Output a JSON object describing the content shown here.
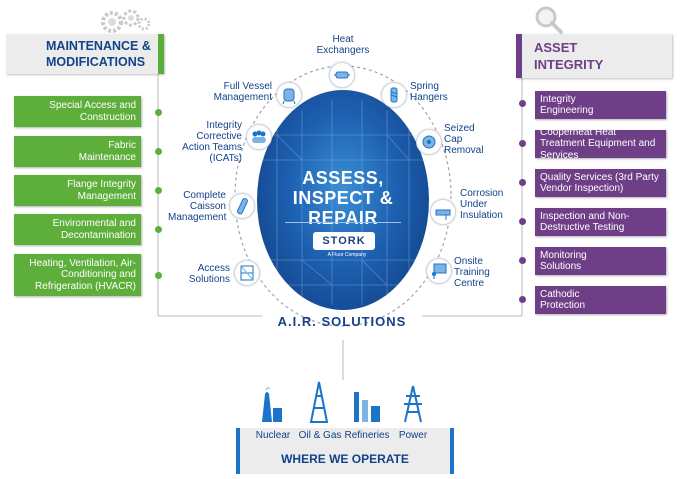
{
  "maintenance": {
    "header": "MAINTENANCE & MODIFICATIONS",
    "items": [
      {
        "label": "Special Access and Construction"
      },
      {
        "label": "Fabric Maintenance"
      },
      {
        "label": "Flange Integrity Management"
      },
      {
        "label": "Environmental and Decontamination"
      },
      {
        "label": "Heating, Ventilation, Air-Conditioning and Refrigeration (HVACR)"
      }
    ]
  },
  "asset_integrity": {
    "header": "ASSET INTEGRITY",
    "items": [
      {
        "label": "Integrity Engineering"
      },
      {
        "label": "Cooperheat Heat Treatment Equipment and Services"
      },
      {
        "label": "Quality Services (3rd Party Vendor Inspection)"
      },
      {
        "label": "Inspection and Non-Destructive Testing"
      },
      {
        "label": "Monitoring Solutions"
      },
      {
        "label": "Cathodic Protection"
      }
    ]
  },
  "services_left": [
    {
      "label": "Full Vessel Management",
      "icon": "vessel-icon"
    },
    {
      "label": "Integrity Corrective Action Teams (ICATs)",
      "icon": "team-icon"
    },
    {
      "label": "Complete Caisson Management",
      "icon": "caisson-icon"
    },
    {
      "label": "Access Solutions",
      "icon": "scaffold-icon"
    }
  ],
  "services_top": {
    "label": "Heat Exchangers",
    "icon": "heat-exchanger-icon"
  },
  "services_right": [
    {
      "label": "Spring Hangers",
      "icon": "spring-icon"
    },
    {
      "label": "Seized Cap Removal",
      "icon": "cap-icon"
    },
    {
      "label": "Corrosion Under Insulation",
      "icon": "pipe-icon"
    },
    {
      "label": "Onsite Training Centre",
      "icon": "training-icon"
    }
  ],
  "center": {
    "title_line1": "ASSESS,",
    "title_line2": "INSPECT & REPAIR",
    "logo": "STORK",
    "logo_sub": "A Fluor Company",
    "arc_text": "A.I.R. SOLUTIONS"
  },
  "operate": {
    "title": "WHERE WE OPERATE",
    "items": [
      {
        "label": "Nuclear",
        "icon": "nuclear-plant-icon"
      },
      {
        "label": "Oil & Gas",
        "icon": "oil-rig-icon"
      },
      {
        "label": "Refineries",
        "icon": "refinery-icon"
      },
      {
        "label": "Power",
        "icon": "power-pylon-icon"
      }
    ]
  },
  "colors": {
    "green": "#5eae3b",
    "purple": "#6e3e86",
    "navy": "#13428a",
    "blue": "#1b74c9"
  }
}
